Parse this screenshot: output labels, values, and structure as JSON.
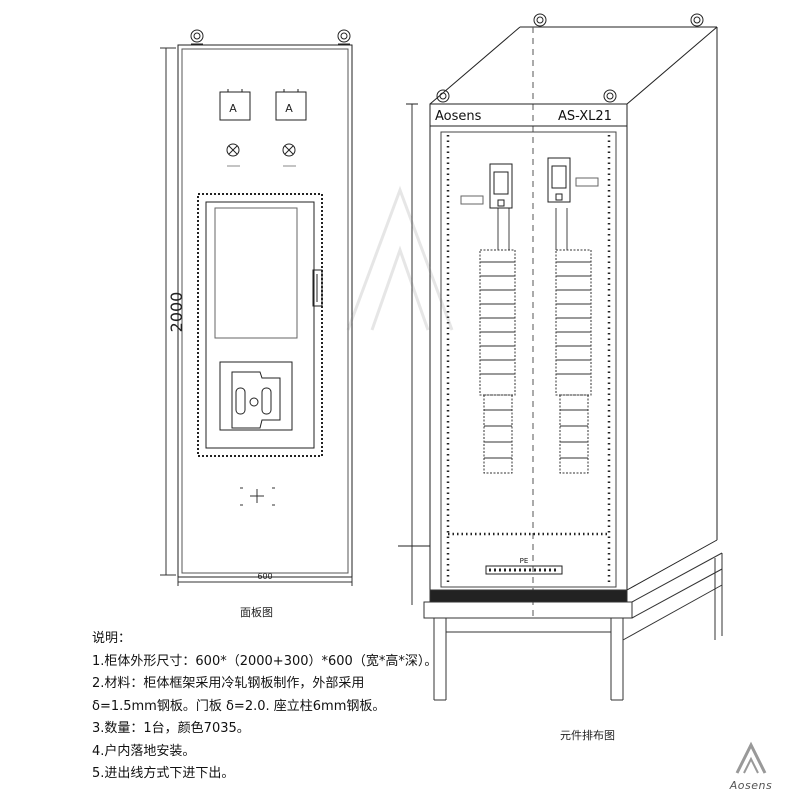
{
  "front_panel": {
    "height_dim": "2000",
    "width_dim": "600",
    "meter_label_1": "A",
    "meter_label_2": "A",
    "caption": "面板图"
  },
  "layout_view": {
    "brand": "Aosens",
    "model": "AS-XL21",
    "pe_bar_label": "PE",
    "caption": "元件排布图"
  },
  "notes": {
    "heading": "说明：",
    "items": [
      "1.柜体外形尺寸：600*（2000+300）*600（宽*高*深）。",
      "2.材料：柜体框架采用冷轧钢板制作，外部采用",
      "δ=1.5mm钢板。门板 δ=2.0. 座立柱6mm钢板。",
      "3.数量：1台，颜色7035。",
      "4.户内落地安装。",
      "5.进出线方式下进下出。"
    ]
  },
  "watermark": {
    "text": "Aosens"
  }
}
